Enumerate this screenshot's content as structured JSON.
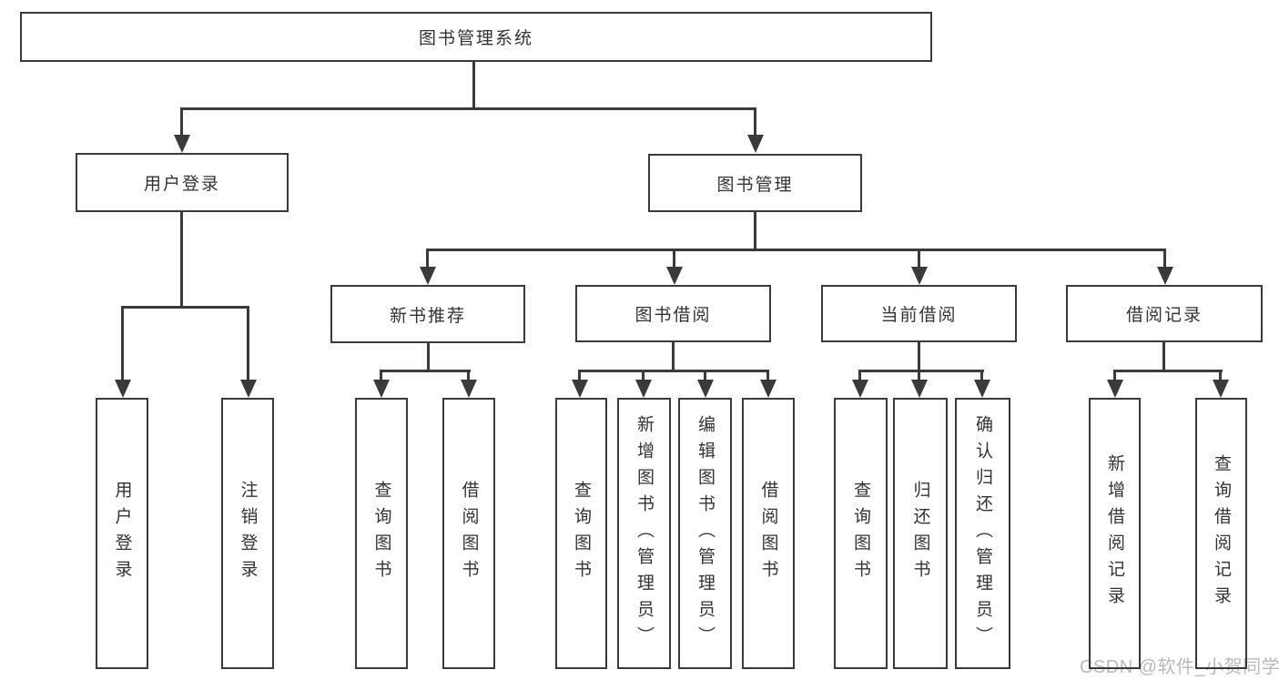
{
  "diagram": {
    "title": "图书管理系统",
    "colors": {
      "line": "#3a3a3a",
      "text": "#333333",
      "watermark": "#b9b9b9",
      "background": "#ffffff"
    }
  },
  "tree": {
    "label": "图书管理系统",
    "children": [
      {
        "label": "用户登录",
        "children": [
          {
            "label": "用户登录"
          },
          {
            "label": "注销登录"
          }
        ]
      },
      {
        "label": "图书管理",
        "children": [
          {
            "label": "新书推荐",
            "children": [
              {
                "label": "查询图书"
              },
              {
                "label": "借阅图书"
              }
            ]
          },
          {
            "label": "图书借阅",
            "children": [
              {
                "label": "查询图书"
              },
              {
                "label": "新增图书（管理员）"
              },
              {
                "label": "编辑图书（管理员）"
              },
              {
                "label": "借阅图书"
              }
            ]
          },
          {
            "label": "当前借阅",
            "children": [
              {
                "label": "查询图书"
              },
              {
                "label": "归还图书"
              },
              {
                "label": "确认归还（管理员）"
              }
            ]
          },
          {
            "label": "借阅记录",
            "children": [
              {
                "label": "新增借阅记录"
              },
              {
                "label": "查询借阅记录"
              }
            ]
          }
        ]
      }
    ]
  },
  "watermark": "CSDN @软件_小贺同学"
}
